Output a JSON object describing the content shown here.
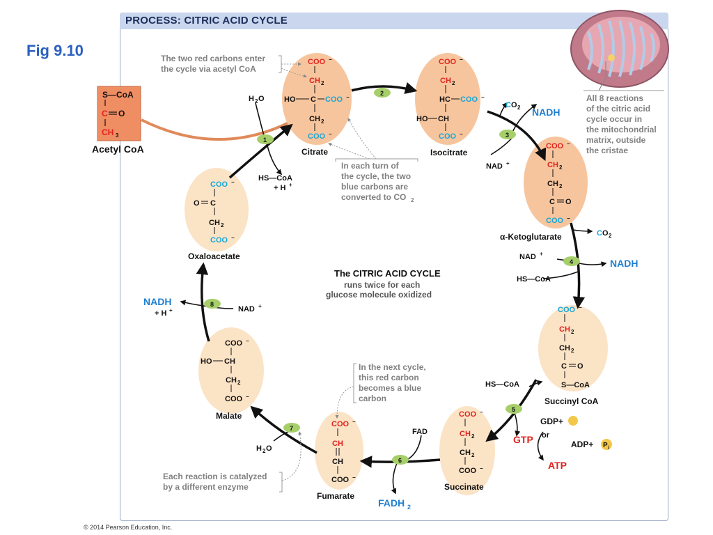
{
  "fig_label": "Fig 9.10",
  "title": "PROCESS: CITRIC ACID CYCLE",
  "copyright": "© 2014 Pearson Education, Inc.",
  "colors": {
    "accent_blue": "#1e7fd1",
    "red_carbon": "#e0221d",
    "blue_carbon": "#16a6d9",
    "molecule_fill": "#f7c59d",
    "molecule_light": "#fbe3c6",
    "step_oval": "#a6cf6a",
    "arrow": "#111111",
    "callout": "#808080"
  },
  "acetyl_coa": {
    "line1": "S—CoA",
    "c_mid": "C",
    "eq_o": "O",
    "ch3": "CH",
    "sub3": "3",
    "name": "Acetyl CoA"
  },
  "callouts": {
    "red_enter": [
      "The two red carbons enter",
      "the cycle via acetyl CoA"
    ],
    "blue_co2": [
      "In each turn of",
      "the cycle, the two",
      "blue carbons are",
      "converted to CO"
    ],
    "blue_co2_sub": "2",
    "next_cycle": [
      "In the next cycle,",
      "this red carbon",
      "becomes a blue",
      "carbon"
    ],
    "enzyme": [
      "Each reaction is catalyzed",
      "by a different enzyme"
    ],
    "matrix": [
      "All 8 reactions",
      "of the citric acid",
      "cycle occur in",
      "the mitochondrial",
      "matrix, outside",
      "the cristae"
    ]
  },
  "center": {
    "line1": "The CITRIC ACID CYCLE",
    "line2": "runs twice for each",
    "line3": "glucose molecule oxidized"
  },
  "molecules": {
    "citrate": "Citrate",
    "isocitrate": "Isocitrate",
    "ketoglutarate": "α-Ketoglutarate",
    "succinyl": "Succinyl CoA",
    "succinate": "Succinate",
    "fumarate": "Fumarate",
    "malate": "Malate",
    "oxaloacetate": "Oxaloacetate"
  },
  "steps": [
    "1",
    "2",
    "3",
    "4",
    "5",
    "6",
    "7",
    "8"
  ],
  "chem": {
    "coo": "COO",
    "minus": "−",
    "ch2": "CH",
    "c": "C",
    "ch": "CH",
    "h2o": "H",
    "o": "O",
    "ho": "HO",
    "h": "HC",
    "eq": "O",
    "hscoa": "HS—CoA",
    "hplus": "+ H",
    "plus_sup": "+",
    "s_coa": "S—CoA",
    "two": "2"
  },
  "reactions": {
    "nad": "NAD",
    "nadh": "NADH",
    "h_plus": "+ H",
    "co2": "CO",
    "fad": "FAD",
    "fadh": "FADH",
    "fadh_sub": "2",
    "gdp": "GDP+",
    "gtp": "GTP",
    "or": "or",
    "adp": "ADP+",
    "pi": "P",
    "pi_sub": "i",
    "atp": "ATP"
  }
}
